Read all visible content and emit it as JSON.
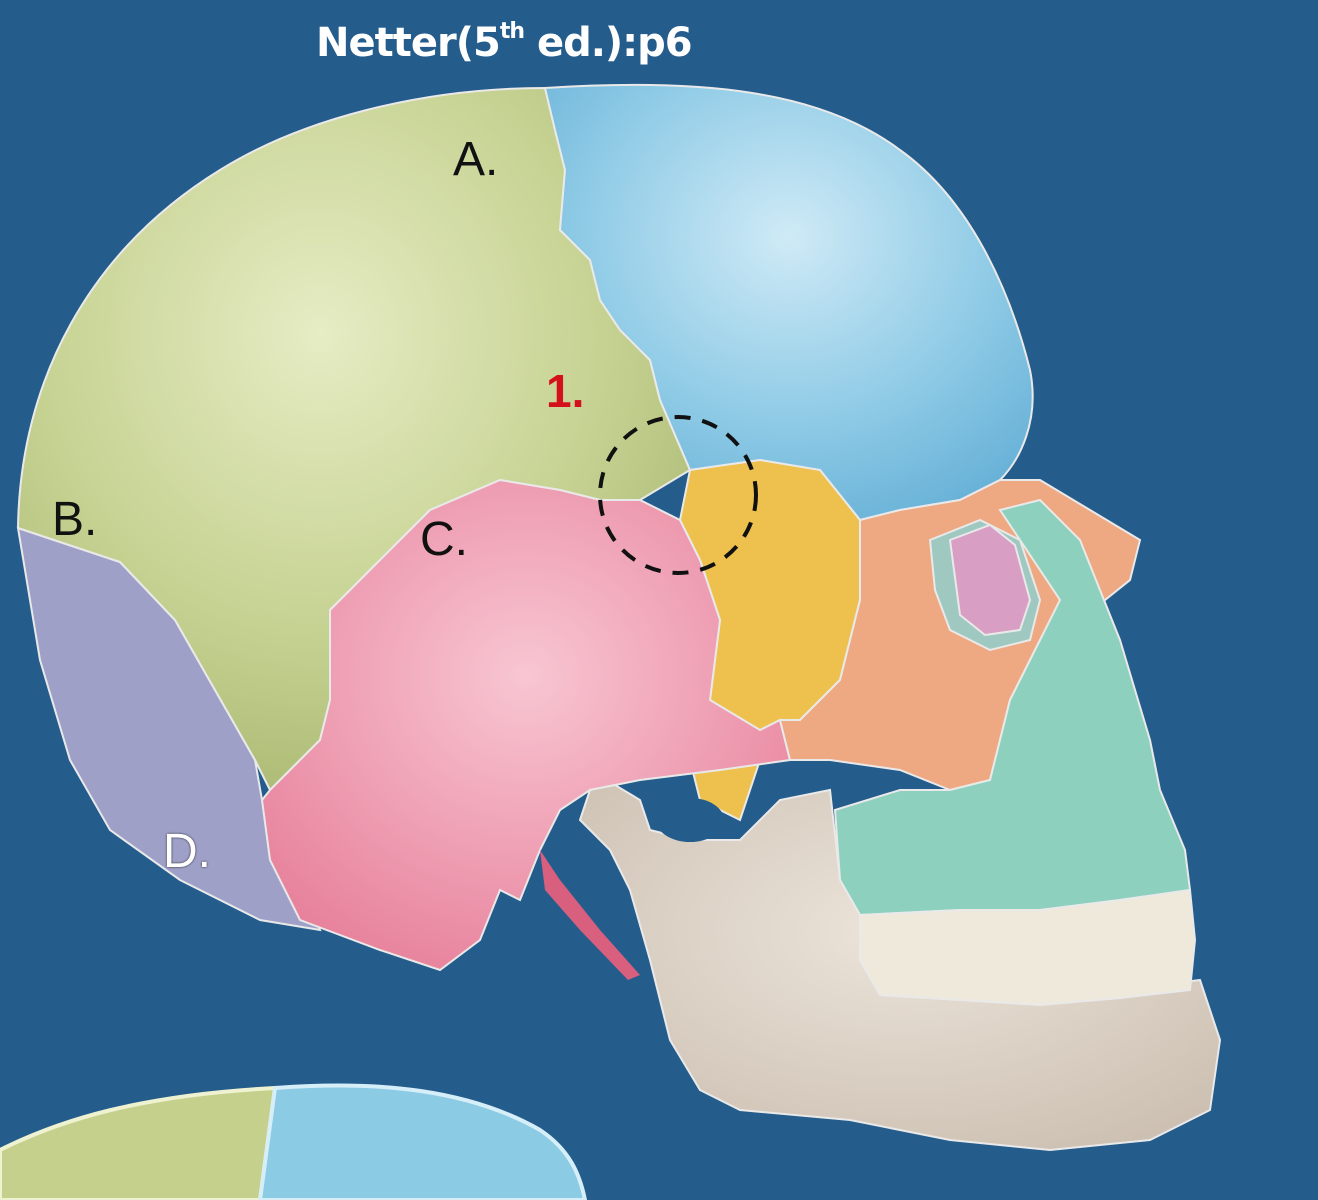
{
  "header": {
    "source_main": "Netter(5",
    "source_sup": "th",
    "source_tail": " ed.):p6"
  },
  "labels": {
    "a": "A.",
    "b": "B.",
    "c": "C.",
    "d": "D.",
    "marker_1": "1."
  },
  "colors": {
    "background": "#245c8c",
    "parietal": "#c4d08c",
    "frontal": "#8ccbe4",
    "occipital": "#9ea0c8",
    "temporal": "#ec9aae",
    "sphenoid": "#eec14e",
    "zygomatic": "#eea882",
    "maxilla": "#8ed0be",
    "mandible": "#d6cbbf",
    "lacrimal": "#d89ec4",
    "marker_text": "#d4101c"
  }
}
